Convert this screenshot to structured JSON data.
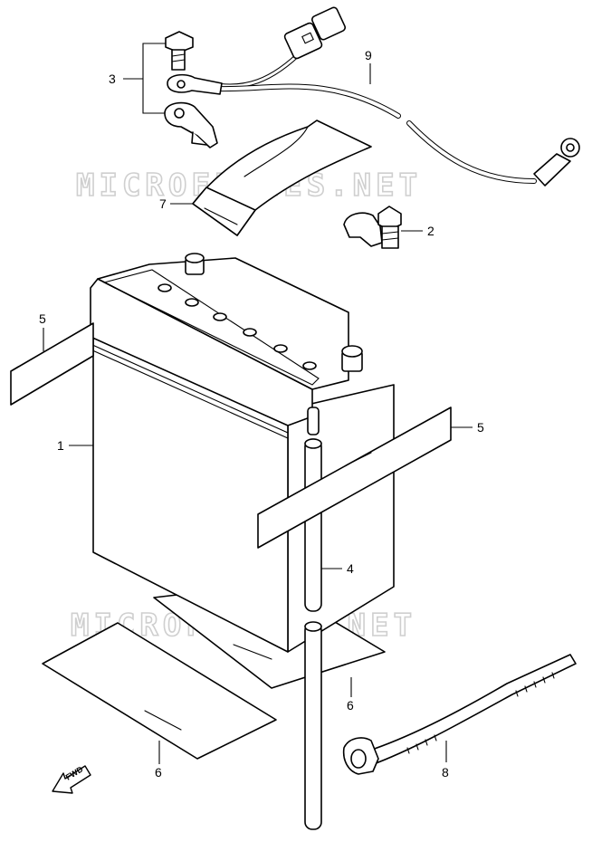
{
  "watermark": "MICROFICHES.NET",
  "fwd_label": "FWD",
  "callouts": {
    "battery": "1",
    "terminal_bolt_right": "2",
    "terminal_set_left": "3",
    "breather_hose": "4",
    "pad_upper_left": "5",
    "pad_right": "5",
    "tray_pad_lower": "6",
    "tray_pad_lower_left": "6",
    "strap": "7",
    "clamp": "8",
    "cable": "9"
  }
}
